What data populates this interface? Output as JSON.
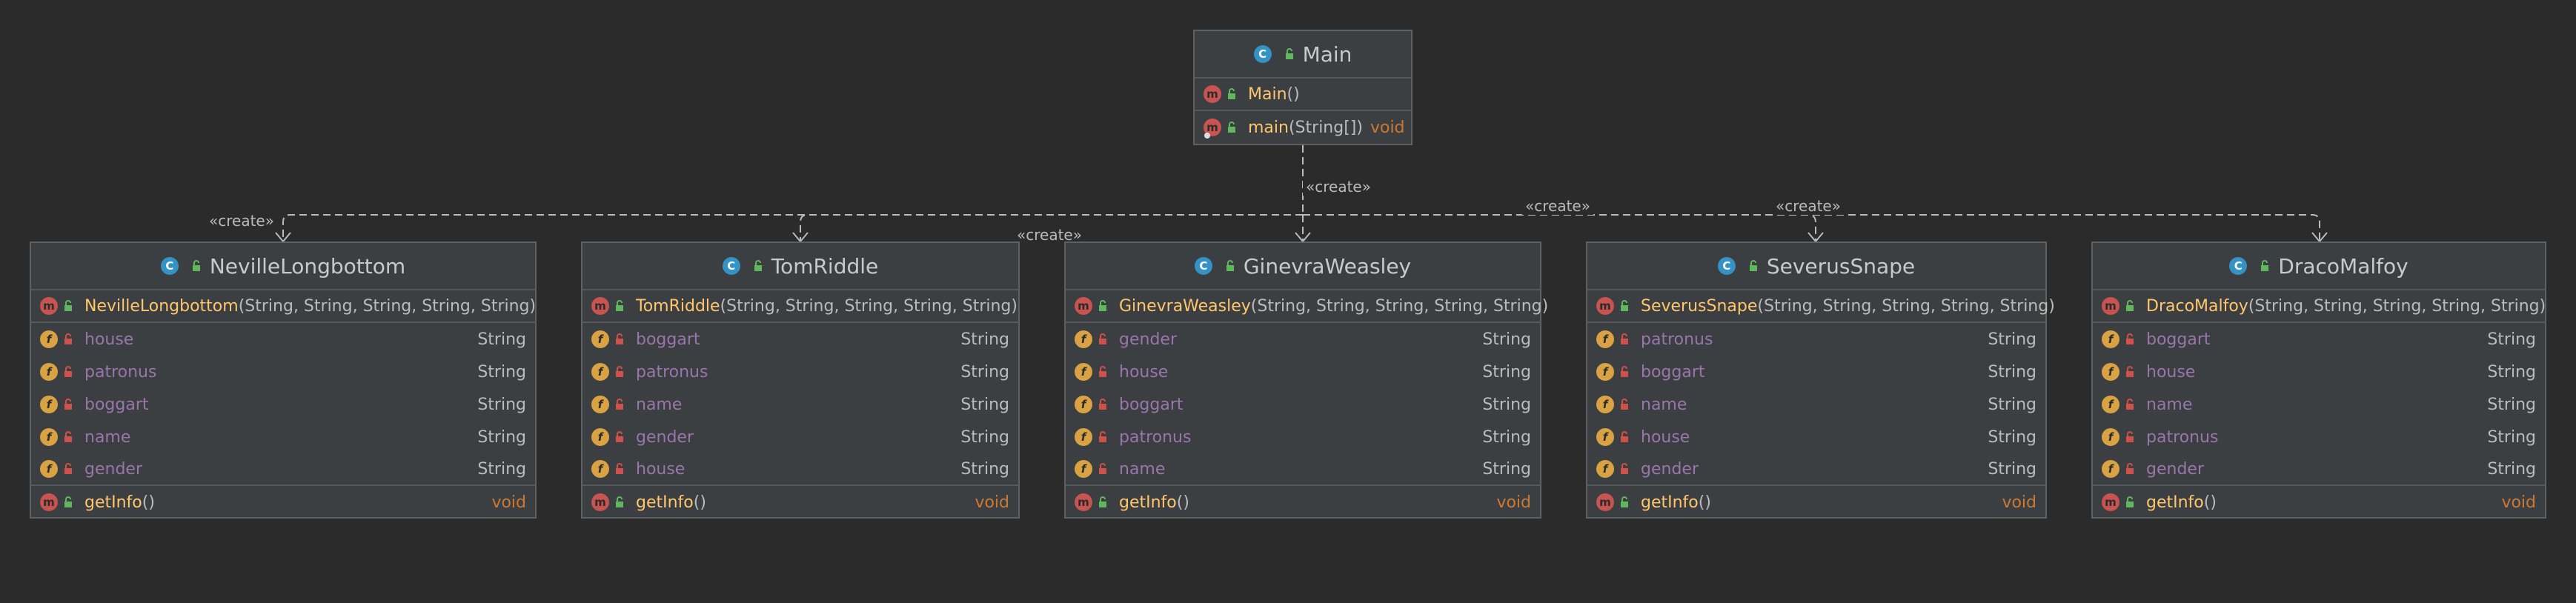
{
  "main": {
    "name": "Main",
    "constructor": {
      "name": "Main",
      "params": "()"
    },
    "method": {
      "name": "main",
      "params": "(String[])",
      "return": "void"
    }
  },
  "edge_label": "«create»",
  "classes": [
    {
      "name": "NevilleLongbottom",
      "constructor": {
        "name": "NevilleLongbottom",
        "params": "(String, String, String, String, String)"
      },
      "fields": [
        {
          "name": "house",
          "type": "String"
        },
        {
          "name": "patronus",
          "type": "String"
        },
        {
          "name": "boggart",
          "type": "String"
        },
        {
          "name": "name",
          "type": "String"
        },
        {
          "name": "gender",
          "type": "String"
        }
      ],
      "method": {
        "name": "getInfo",
        "params": "()",
        "return": "void"
      }
    },
    {
      "name": "TomRiddle",
      "constructor": {
        "name": "TomRiddle",
        "params": "(String, String, String, String, String)"
      },
      "fields": [
        {
          "name": "boggart",
          "type": "String"
        },
        {
          "name": "patronus",
          "type": "String"
        },
        {
          "name": "name",
          "type": "String"
        },
        {
          "name": "gender",
          "type": "String"
        },
        {
          "name": "house",
          "type": "String"
        }
      ],
      "method": {
        "name": "getInfo",
        "params": "()",
        "return": "void"
      }
    },
    {
      "name": "GinevraWeasley",
      "constructor": {
        "name": "GinevraWeasley",
        "params": "(String, String, String, String, String)"
      },
      "fields": [
        {
          "name": "gender",
          "type": "String"
        },
        {
          "name": "house",
          "type": "String"
        },
        {
          "name": "boggart",
          "type": "String"
        },
        {
          "name": "patronus",
          "type": "String"
        },
        {
          "name": "name",
          "type": "String"
        }
      ],
      "method": {
        "name": "getInfo",
        "params": "()",
        "return": "void"
      }
    },
    {
      "name": "SeverusSnape",
      "constructor": {
        "name": "SeverusSnape",
        "params": "(String, String, String, String, String)"
      },
      "fields": [
        {
          "name": "patronus",
          "type": "String"
        },
        {
          "name": "boggart",
          "type": "String"
        },
        {
          "name": "name",
          "type": "String"
        },
        {
          "name": "house",
          "type": "String"
        },
        {
          "name": "gender",
          "type": "String"
        }
      ],
      "method": {
        "name": "getInfo",
        "params": "()",
        "return": "void"
      }
    },
    {
      "name": "DracoMalfoy",
      "constructor": {
        "name": "DracoMalfoy",
        "params": "(String, String, String, String, String)"
      },
      "fields": [
        {
          "name": "boggart",
          "type": "String"
        },
        {
          "name": "house",
          "type": "String"
        },
        {
          "name": "name",
          "type": "String"
        },
        {
          "name": "patronus",
          "type": "String"
        },
        {
          "name": "gender",
          "type": "String"
        }
      ],
      "method": {
        "name": "getInfo",
        "params": "()",
        "return": "void"
      }
    }
  ],
  "colors": {
    "background": "#2b2b2b",
    "box": "#3c3f41",
    "class_icon": "#3592c4",
    "method_icon": "#c75450",
    "field_icon": "#d9a343",
    "method_name": "#ffc66d",
    "field_name": "#9876aa",
    "return_type": "#cc7832"
  }
}
